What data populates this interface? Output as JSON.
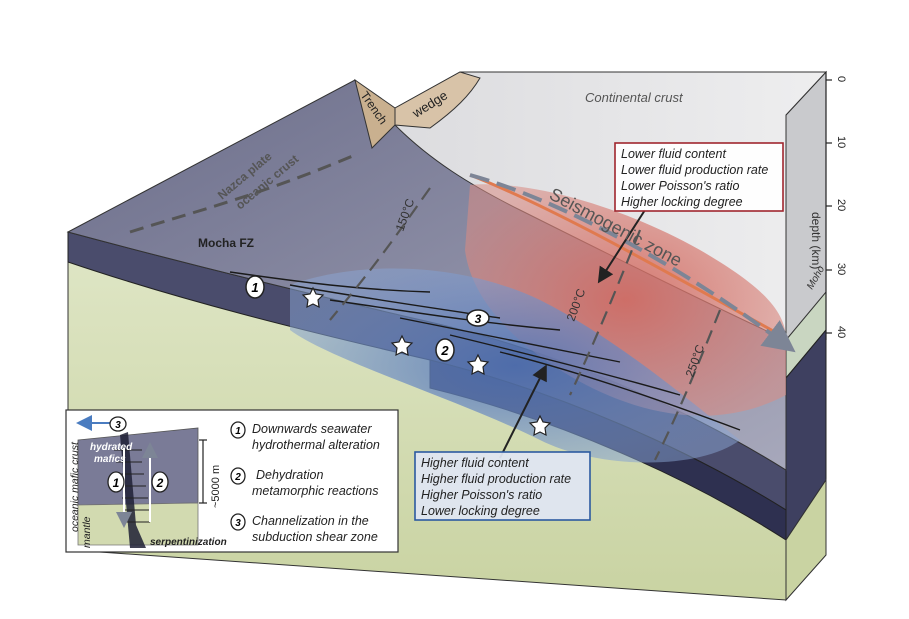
{
  "labels": {
    "continental_crust": "Continental crust",
    "trench": "Trench",
    "wedge": "wedge",
    "nazca_plate": "Nazca plate",
    "oceanic_crust": "oceanic crust",
    "mocha_fz": "Mocha FZ",
    "seismogenic_zone": "Seismogenic zone",
    "moho": "Moho",
    "depth_axis": "depth (km)"
  },
  "isotherms": [
    "150°C",
    "200°C",
    "250°C"
  ],
  "depth_ticks": [
    "0",
    "10",
    "20",
    "30",
    "40"
  ],
  "upper_box": {
    "lines": [
      "Lower fluid content",
      "Lower fluid production rate",
      "Lower Poisson's ratio",
      "Higher locking degree"
    ],
    "border_color": "#a0262e"
  },
  "lower_box": {
    "lines": [
      "Higher fluid content",
      "Higher fluid production rate",
      "Higher Poisson's ratio",
      "Lower locking degree"
    ],
    "border_color": "#2c5aa0"
  },
  "markers": [
    "1",
    "2",
    "3"
  ],
  "inset": {
    "labels": {
      "hydrated_mafics_1": "hydrated",
      "hydrated_mafics_2": "mafics",
      "oceanic_mafic_crust": "oceanic  mafic crust",
      "mantle": "mantle",
      "serpentinization": "serpentinization",
      "scale": "~5000 m"
    }
  },
  "legend": [
    {
      "num": "1",
      "line1": "Downwards seawater",
      "line2": "hydrothermal alteration"
    },
    {
      "num": "2",
      "line1": "Dehydration",
      "line2": "metamorphic reactions"
    },
    {
      "num": "3",
      "line1": "Channelization in the",
      "line2": "subduction shear zone"
    }
  ],
  "colors": {
    "oceanic_plate": "#5a5d7a",
    "oceanic_top": "#8e8fa8",
    "mantle": "#d4dcb4",
    "continental_top": "#e8e8ea",
    "continental_side": "#c9cacd",
    "wedge": "#d8c3a8",
    "red_zone": "#d97c72",
    "blue_zone": "#6e8fc4",
    "slab_dark": "#2e3050"
  }
}
